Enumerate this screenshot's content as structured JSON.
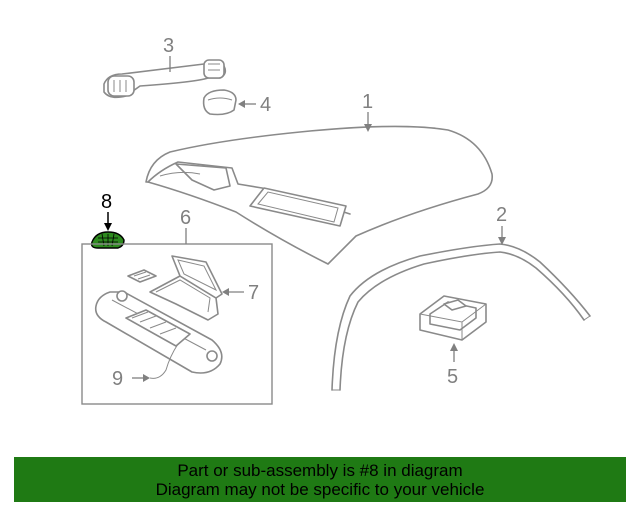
{
  "callouts": {
    "c1": "1",
    "c2": "2",
    "c3": "3",
    "c4": "4",
    "c5": "5",
    "c6": "6",
    "c7": "7",
    "c8": "8",
    "c9": "9"
  },
  "highlighted_part": "8",
  "banner": {
    "line1": "Part or sub-assembly is #8 in diagram",
    "line2": "Diagram may not be specific to your vehicle"
  },
  "colors": {
    "banner_background": "#1f7a14",
    "highlight_part": "#2e8b1f",
    "line_art": "#8a8a8a"
  }
}
